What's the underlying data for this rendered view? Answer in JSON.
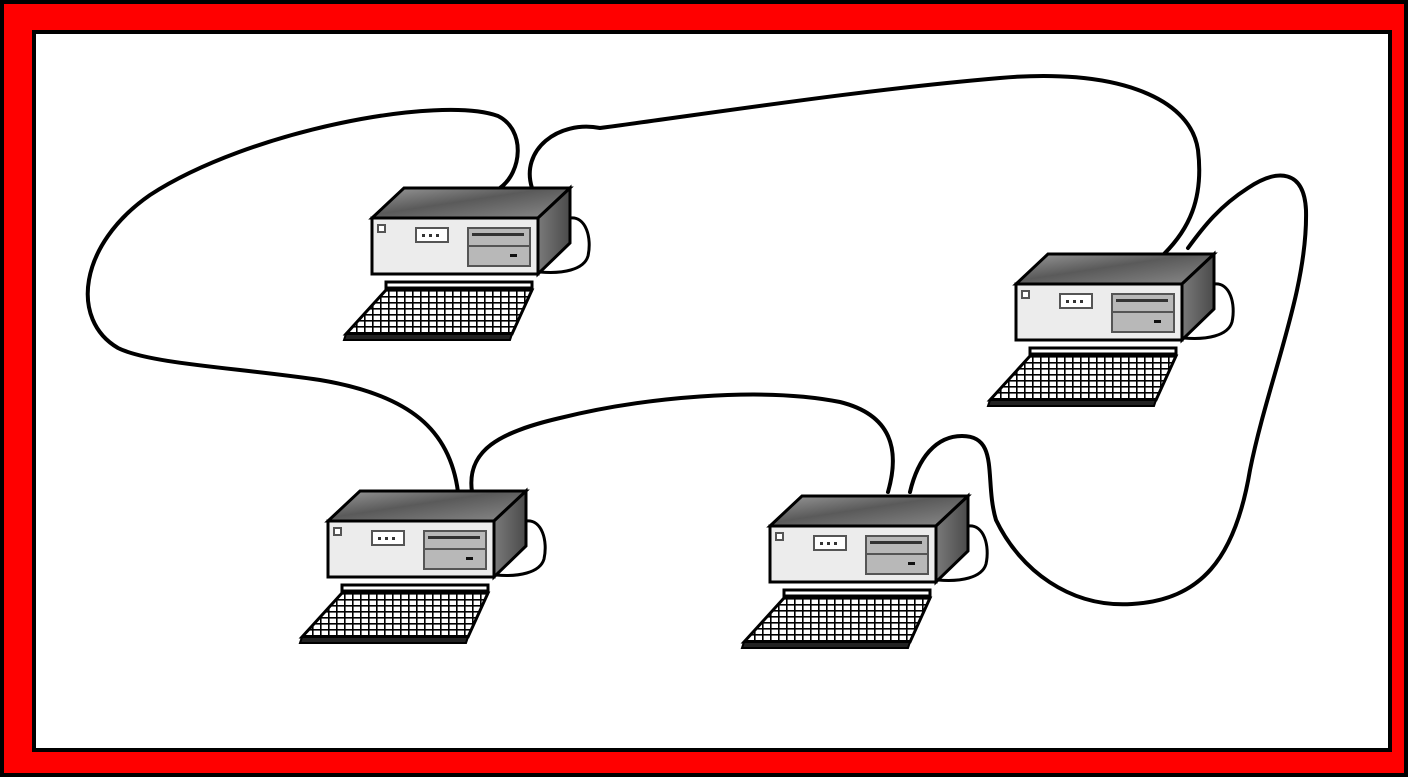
{
  "diagram": {
    "type": "network-diagram",
    "colors": {
      "frame": "#ff0000",
      "outline": "#000000",
      "background": "#ffffff",
      "case_face": "#ececec",
      "drive_bay": "#b8b8b8"
    },
    "nodes": [
      {
        "id": "computer-top-left",
        "icon": "desktop-computer-icon"
      },
      {
        "id": "computer-right",
        "icon": "desktop-computer-icon"
      },
      {
        "id": "computer-bottom-left",
        "icon": "desktop-computer-icon"
      },
      {
        "id": "computer-bottom-right",
        "icon": "desktop-computer-icon"
      }
    ],
    "connections": [
      {
        "from": "computer-top-left",
        "to": "computer-bottom-left"
      },
      {
        "from": "computer-top-left",
        "to": "computer-right"
      },
      {
        "from": "computer-bottom-left",
        "to": "computer-bottom-right"
      },
      {
        "from": "computer-bottom-right",
        "to": "computer-right"
      }
    ]
  }
}
